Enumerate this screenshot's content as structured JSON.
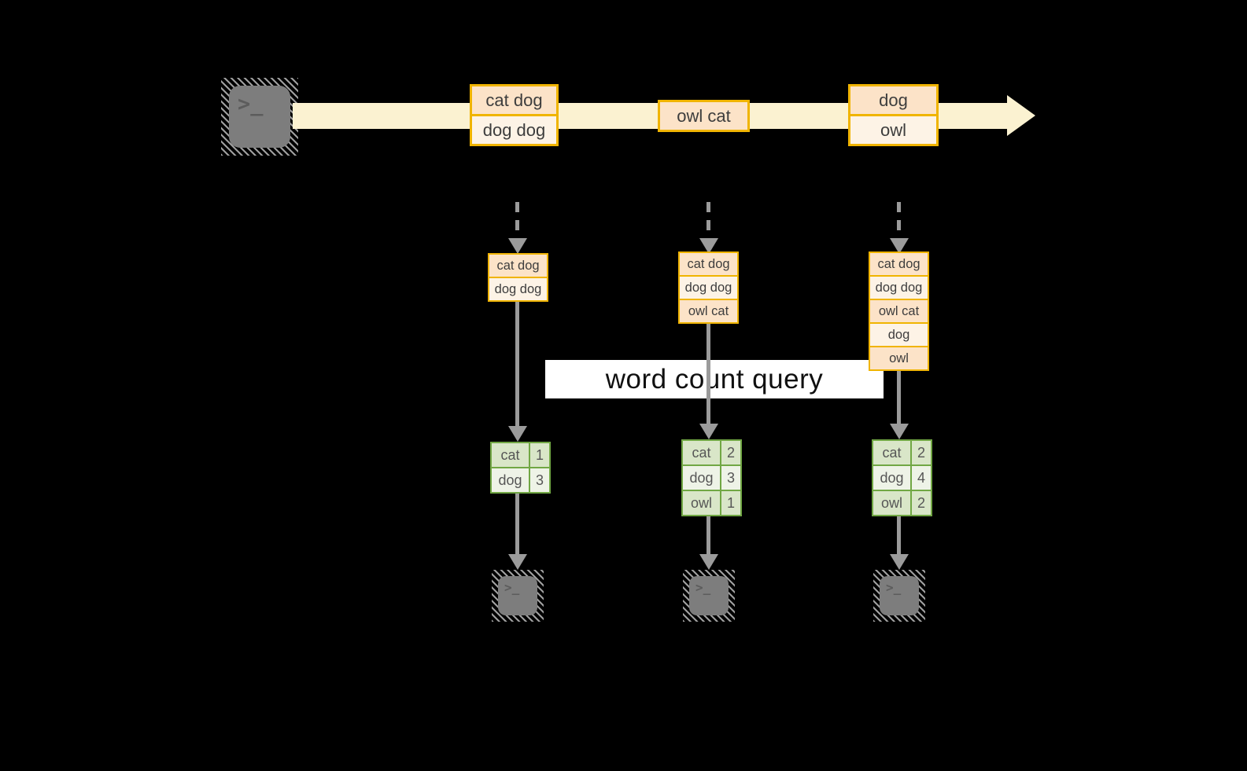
{
  "colors": {
    "background": "#000000",
    "gold_border": "#f0b400",
    "peach_fill": "#fce3c8",
    "cream_fill": "#fdf3e6",
    "stream_arrow": "#fbf2d1",
    "green_border": "#71a744",
    "green_fill": "#d9e6c8",
    "green_fill_light": "#eef3e7",
    "gray_arrow": "#9b9b9b",
    "terminal_gray": "#7d7d7d",
    "query_band": "#ffffff"
  },
  "terminal": {
    "glyph": ">_"
  },
  "query_label": "word count query",
  "timeline": {
    "events": [
      {
        "lines": [
          "cat dog",
          "dog dog"
        ]
      },
      {
        "lines": [
          "owl cat"
        ]
      },
      {
        "lines": [
          "dog",
          "owl"
        ]
      }
    ]
  },
  "columns": [
    {
      "buffer": [
        "cat dog",
        "dog dog"
      ],
      "counts": [
        {
          "word": "cat",
          "count": "1"
        },
        {
          "word": "dog",
          "count": "3"
        }
      ]
    },
    {
      "buffer": [
        "cat dog",
        "dog dog",
        "owl cat"
      ],
      "counts": [
        {
          "word": "cat",
          "count": "2"
        },
        {
          "word": "dog",
          "count": "3"
        },
        {
          "word": "owl",
          "count": "1"
        }
      ]
    },
    {
      "buffer": [
        "cat dog",
        "dog dog",
        "owl cat",
        "dog",
        "owl"
      ],
      "counts": [
        {
          "word": "cat",
          "count": "2"
        },
        {
          "word": "dog",
          "count": "4"
        },
        {
          "word": "owl",
          "count": "2"
        }
      ]
    }
  ]
}
